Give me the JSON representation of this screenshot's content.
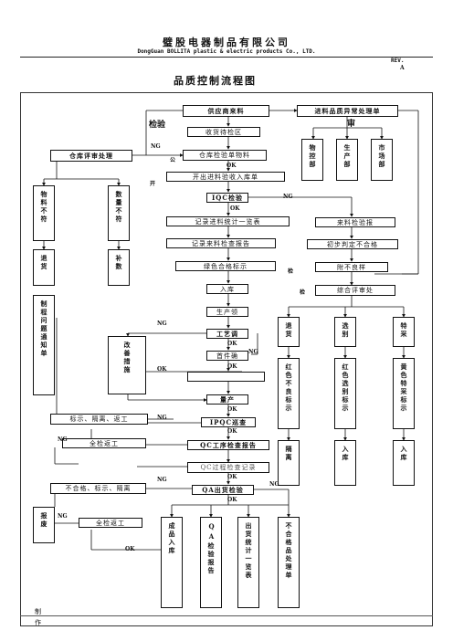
{
  "header": {
    "company_cn": "璧股电器制品有限公司",
    "company_en": "DongGuan BOLLITA plastic & electric products Co., LTD.",
    "rev_label": "REV.",
    "rev_value": "A",
    "title": "品质控制流程图"
  },
  "nodes": {
    "supplier": "供应商来料",
    "receive": "收货待检区",
    "warehouse_notice": "仓库检验单物料",
    "fill_form": "开出进料验收入库单",
    "iqc": "IQC检验",
    "record": "记录进料统计一览表",
    "report": "记录来料检查报告",
    "ok_label": "绿色合格标示",
    "stock_in": "入库",
    "production": "生产领",
    "process": "工艺调",
    "first_article": "首件确",
    "mass_prod": "量产",
    "ipqc": "IPQC巡查",
    "qc_report": "QC工序检查报告",
    "qc_report2": "QC过程检查记录",
    "qa": "QA出货检验",
    "material_qc": "来料检验报",
    "initial_judge": "初步判定不合格",
    "attach_sample": "附不良样",
    "mrb": "综合评审处",
    "mrb_top": "进料品质异常处理单",
    "reject_mark": "标示、隔离、返工",
    "full_rework": "全检返工",
    "nonconform": "不合格、标示、隔离",
    "full_rework2": "全检返工"
  },
  "vertical": {
    "wh_review": "仓库评审处理",
    "material_bad": "物料不符",
    "qty_bad": "数量不符",
    "return_goods": "退货",
    "supplement": "补数",
    "problem_notice": "制程问题通知单",
    "improve": "改善措施",
    "scrap": "报废",
    "dept_material": "物控部",
    "dept_prod": "生产部",
    "dept_market": "市场部",
    "return2": "退货",
    "select": "选别",
    "special": "特采",
    "red_bad": "红色不良标示",
    "red_select": "红色选别标示",
    "yellow_special": "黄色特采标示",
    "isolate": "隔离",
    "in2": "入库",
    "in3": "入库",
    "product_in": "成品入库",
    "qa_report": "QA检验报告",
    "ship_stat": "出货统计一览表",
    "nonconform_proc": "不合格品处理单"
  },
  "labels": {
    "ok": "OK",
    "ng": "NG",
    "review_mark": "审",
    "check_label": "检",
    "wrote_label": "制",
    "author_label": "作",
    "side_big": "检验",
    "side_a": "公",
    "side_b": "开"
  }
}
